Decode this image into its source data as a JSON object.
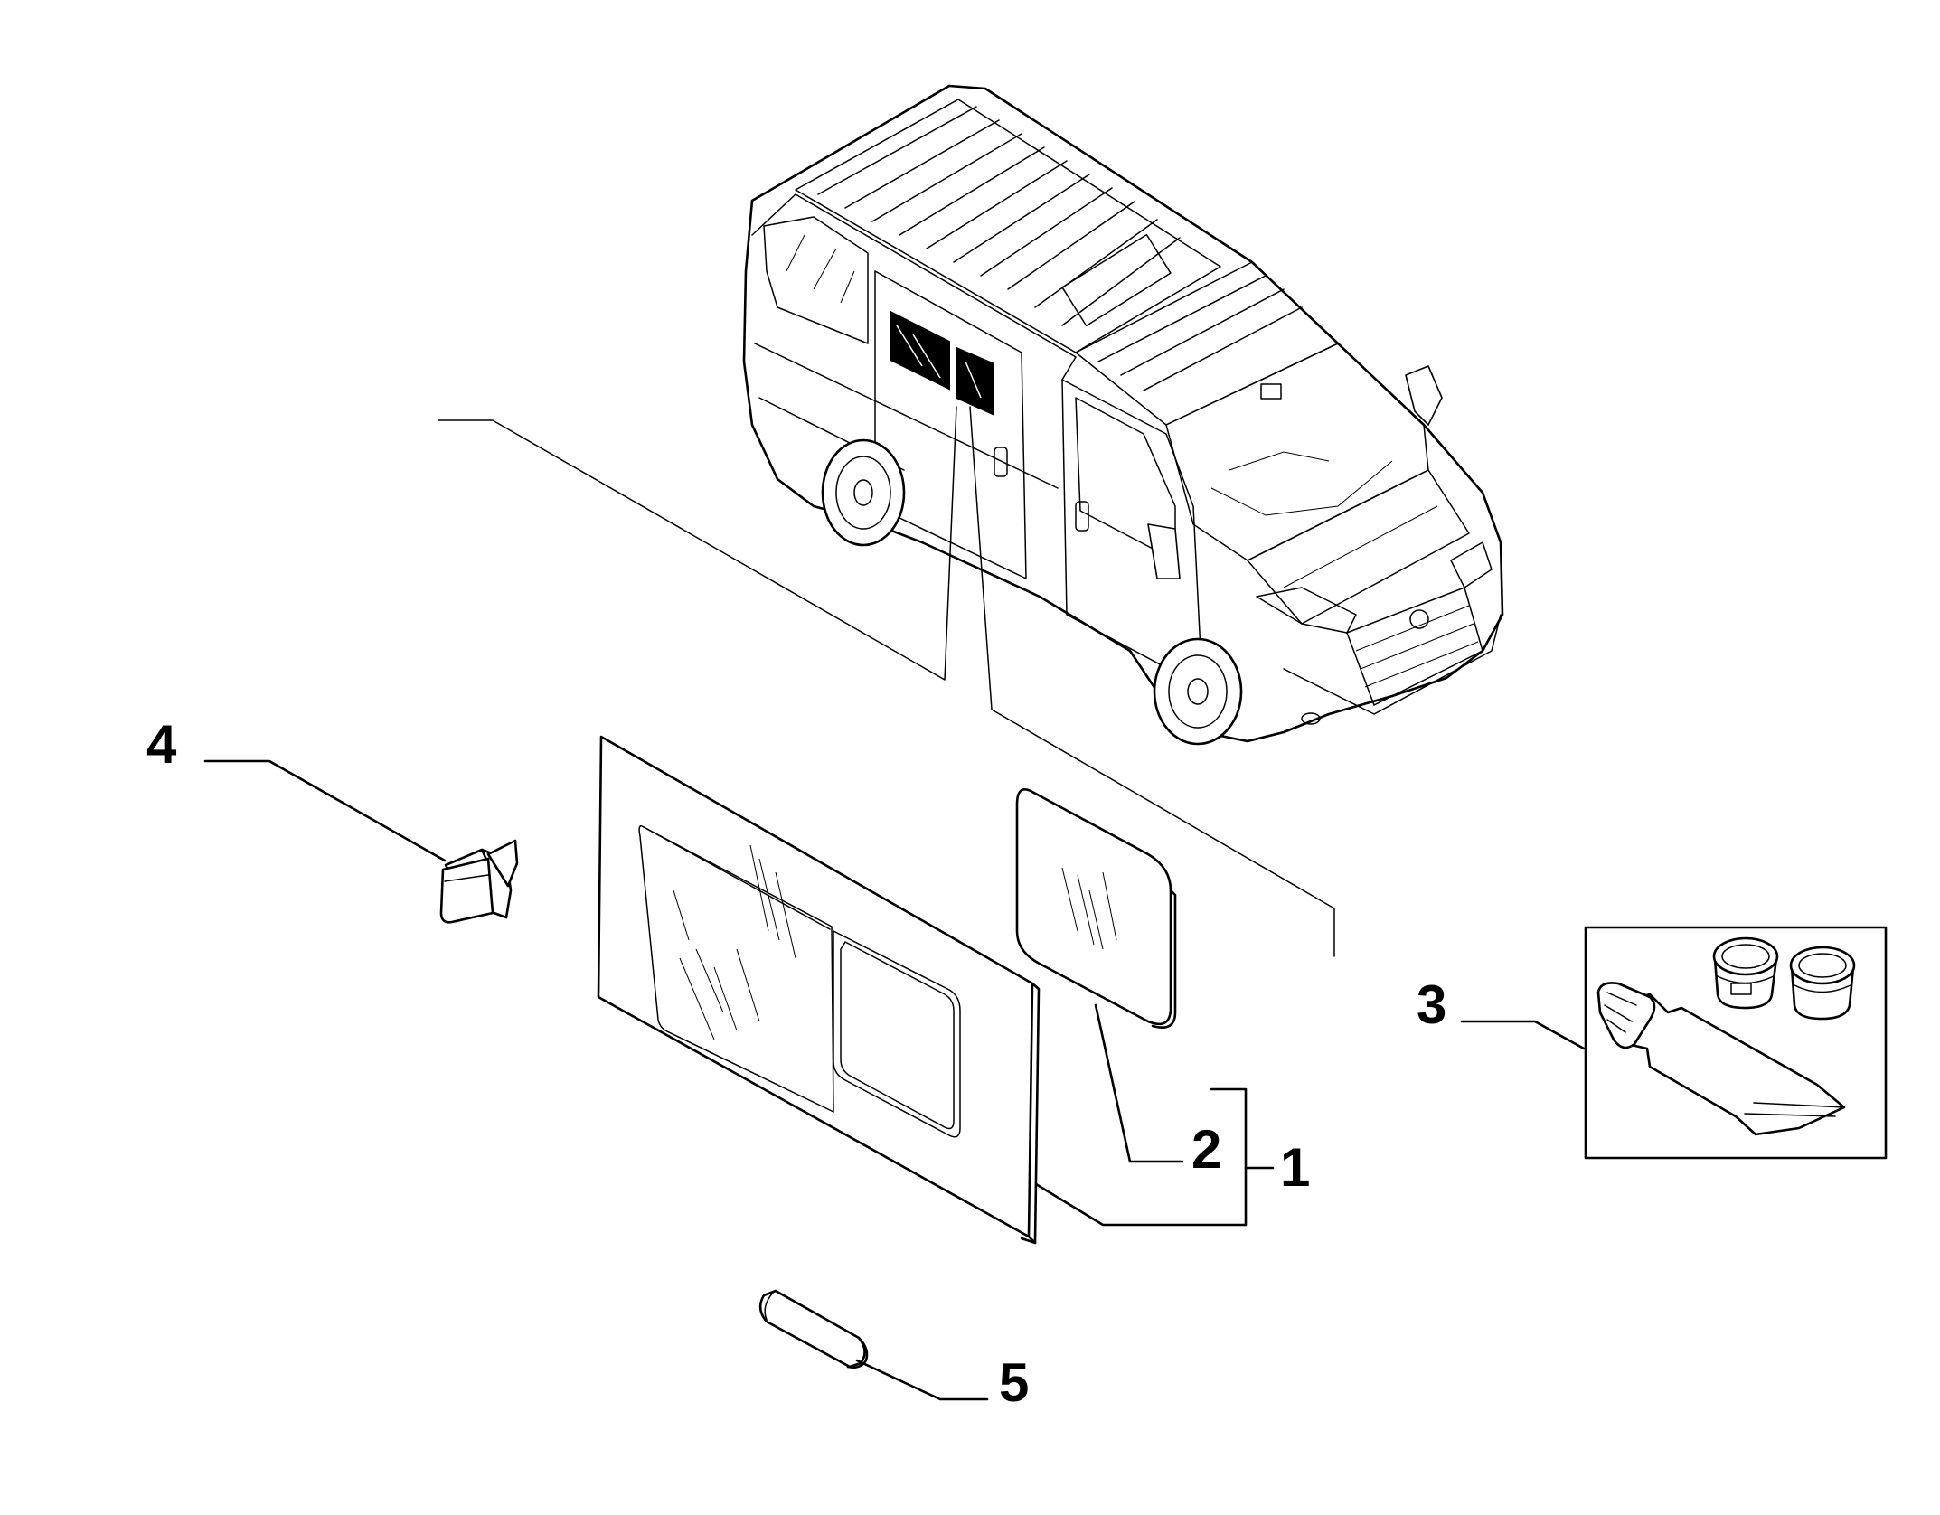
{
  "diagram": {
    "labels": {
      "part_1": "1",
      "part_2": "2",
      "part_3": "3",
      "part_4": "4",
      "part_5": "5"
    },
    "icons": [
      "van-illustration",
      "sliding-window-panel",
      "small-window-glass",
      "sealant-kit",
      "clip-part",
      "trim-part"
    ]
  }
}
